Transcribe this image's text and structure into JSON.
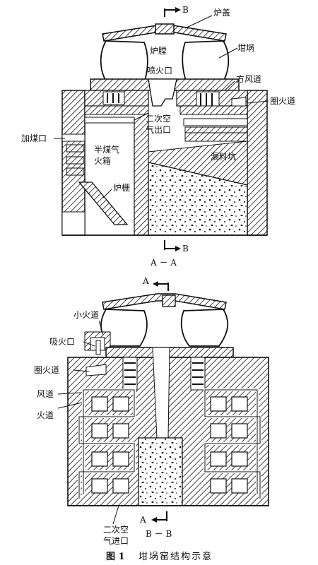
{
  "figure": {
    "caption_number": "图 1",
    "caption_text": "坩埚窑结构示意"
  },
  "view_aa": {
    "section_label": "A － A",
    "cut_marks": [
      "B",
      "B"
    ],
    "labels": {
      "lid": "炉盖",
      "chamber": "炉膛",
      "crucible": "坩埚",
      "nozzle": "喷火口",
      "square_duct": "方风道",
      "ring_flue": "圈火道",
      "secondary_air_outlet": [
        "二次空",
        "气出口"
      ],
      "coal_inlet": "加煤口",
      "gasifier": [
        "半煤气",
        "火箱"
      ],
      "leak_pit": "漏料坑",
      "grate": "炉栅"
    }
  },
  "view_bb": {
    "section_label": "B － B",
    "cut_marks": [
      "A",
      "A"
    ],
    "labels": {
      "small_flue": "小火道",
      "suction_port": "吸火口",
      "ring_flue": "圈火道",
      "air_duct": "风道",
      "flue": "火道",
      "secondary_air_inlet": [
        "二次空",
        "气进口"
      ]
    }
  }
}
